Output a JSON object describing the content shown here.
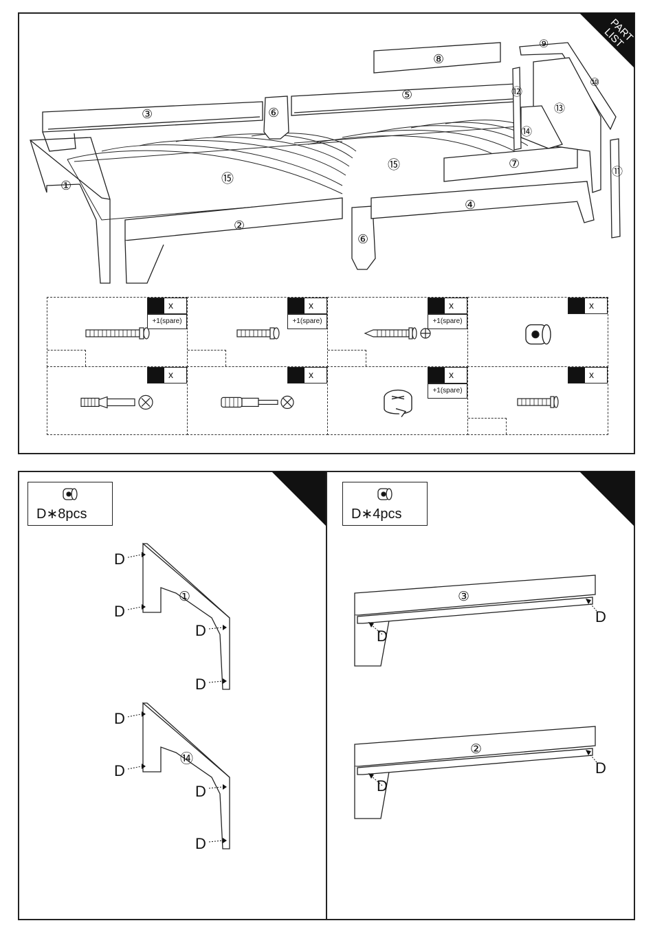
{
  "part_list": {
    "corner_line1": "PART",
    "corner_line2": "LIST",
    "part_numbers": [
      "①",
      "②",
      "③",
      "④",
      "⑤",
      "⑥",
      "⑦",
      "⑧",
      "⑨",
      "⑩",
      "⑪",
      "⑫",
      "⑬",
      "⑭",
      "⑮"
    ],
    "hardware": [
      {
        "qty_mark": "x",
        "spare": "+1(spare)",
        "icon": "long-bolt-icon"
      },
      {
        "qty_mark": "x",
        "spare": "+1(spare)",
        "icon": "short-bolt-icon"
      },
      {
        "qty_mark": "x",
        "spare": "+1(spare)",
        "icon": "wood-screw-icon"
      },
      {
        "qty_mark": "x",
        "icon": "dowel-nut-icon"
      },
      {
        "qty_mark": "x",
        "icon": "cam-bolt-icon"
      },
      {
        "qty_mark": "x",
        "icon": "connector-bolt-icon"
      },
      {
        "qty_mark": "x",
        "spare": "+1(spare)",
        "icon": "cam-lock-icon"
      },
      {
        "qty_mark": "x",
        "icon": "small-bolt-icon"
      }
    ]
  },
  "step_left": {
    "label": "D∗8pcs",
    "callout": "D",
    "panel_a": "①",
    "panel_b": "⑭"
  },
  "step_right": {
    "label": "D∗4pcs",
    "callout": "D",
    "rail_a": "③",
    "rail_b": "②"
  }
}
